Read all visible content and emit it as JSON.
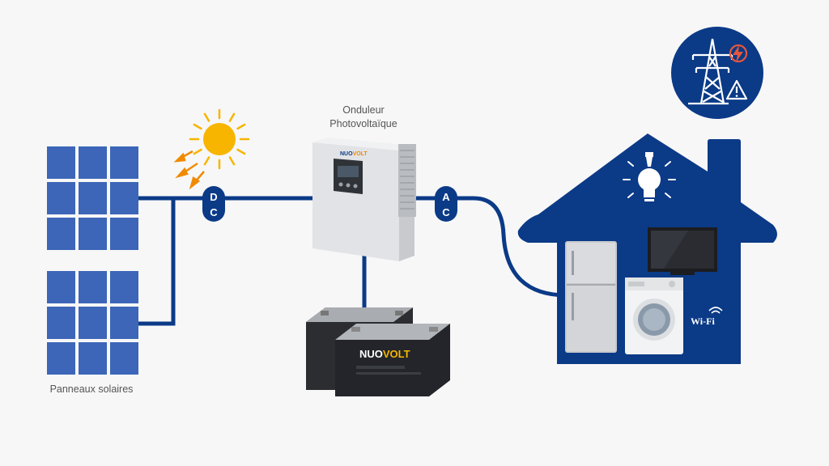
{
  "labels": {
    "panels": "Panneaux solaires",
    "inverter_line1": "Onduleur",
    "inverter_line2": "Photovoltaïque",
    "dc_top": "D",
    "dc_bottom": "C",
    "ac_top": "A",
    "ac_bottom": "C",
    "wifi": "Wi-Fi",
    "brand_nuo": "NUO",
    "brand_volt": "VOLT"
  },
  "colors": {
    "navy": "#0b3a87",
    "panel": "#3d66b8",
    "sun": "#f7b500",
    "sun_arrow": "#f08a00",
    "battery": "#2b2d30",
    "inverter": "#e9eaec",
    "danger": "#e4573c"
  },
  "icons": {
    "sun": "sun-icon",
    "bulb": "light-bulb-icon",
    "grid": "power-pylon-icon",
    "warning": "warning-icon",
    "wifi": "wifi-icon"
  }
}
